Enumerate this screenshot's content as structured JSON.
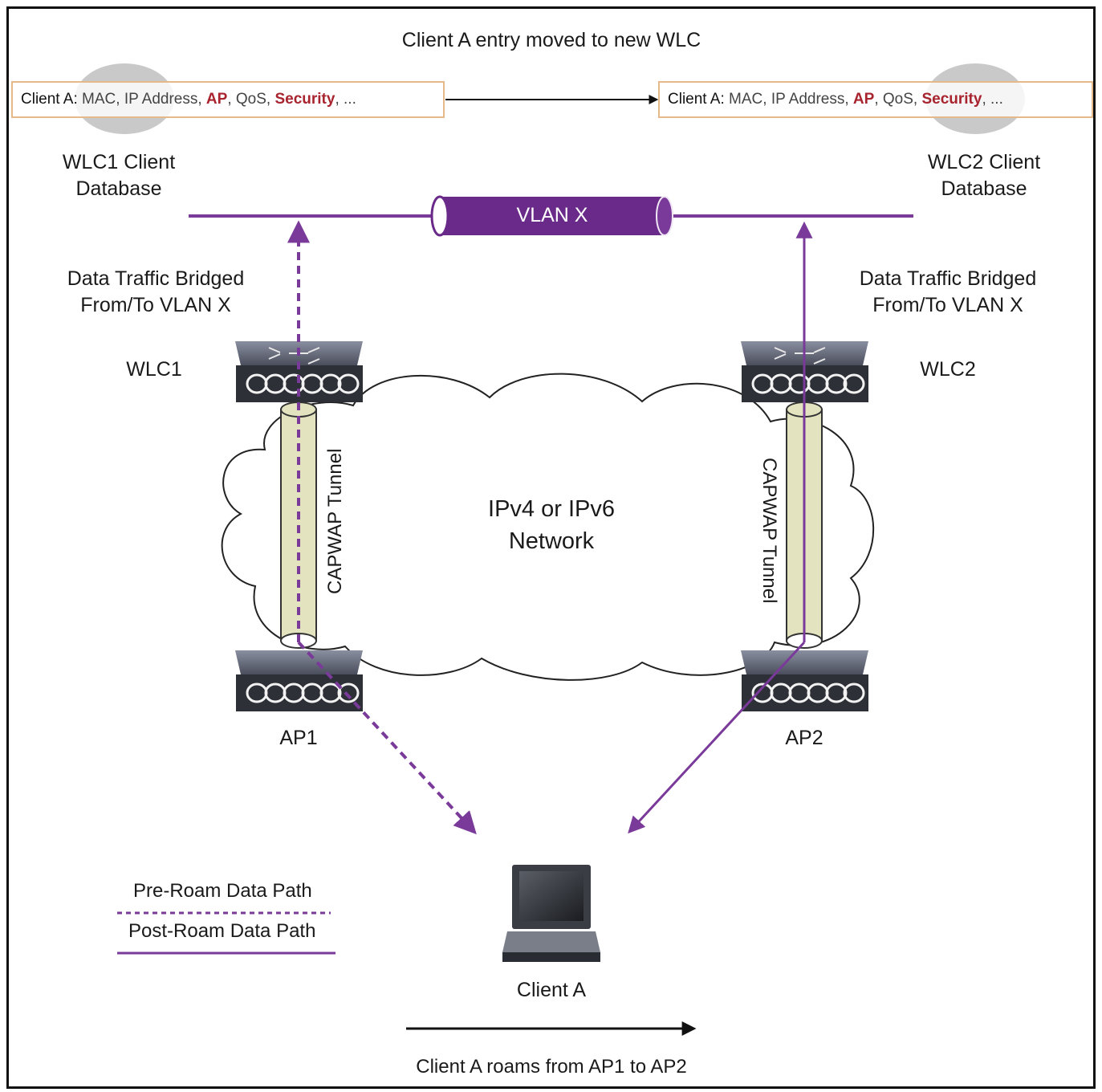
{
  "title": "Client A entry moved to new WLC",
  "db_entry": {
    "prefix": "Client A:",
    "fields": [
      {
        "text": " MAC, IP Address, ",
        "style": "plain"
      },
      {
        "text": "AP",
        "style": "red"
      },
      {
        "text": ", QoS, ",
        "style": "plain"
      },
      {
        "text": "Security",
        "style": "red"
      },
      {
        "text": ", ...",
        "style": "plain"
      }
    ]
  },
  "wlc1_db_label": [
    "WLC1 Client",
    "Database"
  ],
  "wlc2_db_label": [
    "WLC2 Client",
    "Database"
  ],
  "vlan_label": "VLAN X",
  "bridged_left": [
    "Data Traffic Bridged",
    "From/To VLAN X"
  ],
  "bridged_right": [
    "Data Traffic Bridged",
    "From/To VLAN X"
  ],
  "wlc1_label": "WLC1",
  "wlc2_label": "WLC2",
  "tunnel_left": "CAPWAP Tunnel",
  "tunnel_right": "CAPWAP Tunnel",
  "network_label": [
    "IPv4 or IPv6",
    "Network"
  ],
  "ap1_label": "AP1",
  "ap2_label": "AP2",
  "client_label": "Client A",
  "legend": {
    "pre": "Pre-Roam Data Path",
    "post": "Post-Roam Data Path"
  },
  "roam_caption": "Client A roams from AP1 to AP2",
  "colors": {
    "path": "#7a3a9a",
    "vlan_pipe": "#6a2a8a",
    "tunnel_fill": "#e3e4bf",
    "device": "#2e3038",
    "cloud_stroke": "#222222",
    "db_border": "#e6b98a",
    "db_highlight": "#a8242f"
  }
}
